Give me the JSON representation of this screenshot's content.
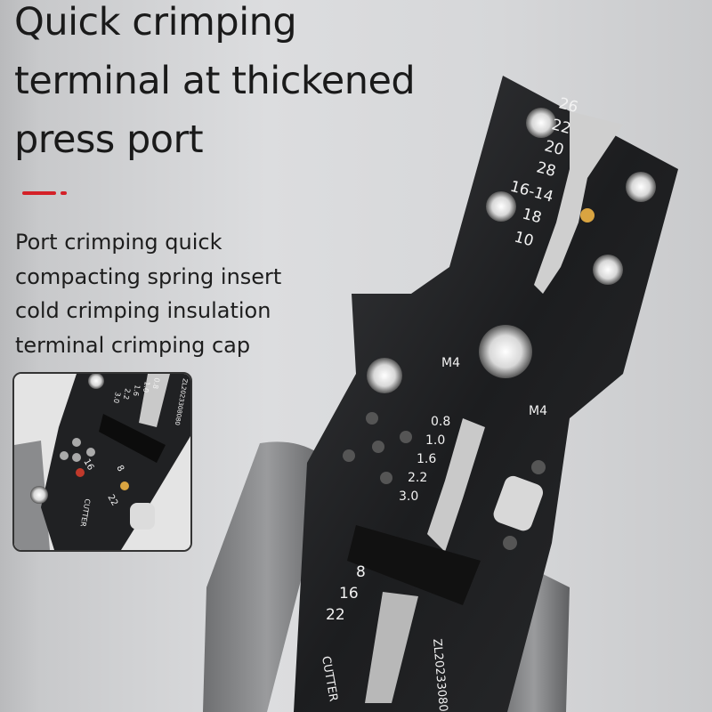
{
  "headline": {
    "lines": [
      "Quick crimping",
      "terminal at thickened",
      "press port"
    ]
  },
  "accent_color": "#d42027",
  "description": {
    "lines": [
      "Port crimping quick",
      "compacting spring insert",
      " cold crimping insulation",
      "terminal crimping cap"
    ]
  },
  "tool": {
    "crimp_gauges": [
      "26",
      "22",
      "20",
      "28",
      "16-14",
      "18",
      "10"
    ],
    "screw_labels": [
      "M4",
      "M4"
    ],
    "strip_gauges": [
      "0.8",
      "1.0",
      "1.6",
      "2.2",
      "3.0"
    ],
    "cutter_gauges": [
      "8",
      "16",
      "22"
    ],
    "cutter_label": "CUTTER",
    "patent": "ZL20233080"
  },
  "inset": {
    "strip_gauges": [
      "0.8",
      "1.0",
      "1.6",
      "2.2",
      "3.0"
    ],
    "gauges": [
      "16",
      "8",
      "22"
    ],
    "cutter_label": "CUTTER",
    "patent": "ZL2023308080"
  }
}
